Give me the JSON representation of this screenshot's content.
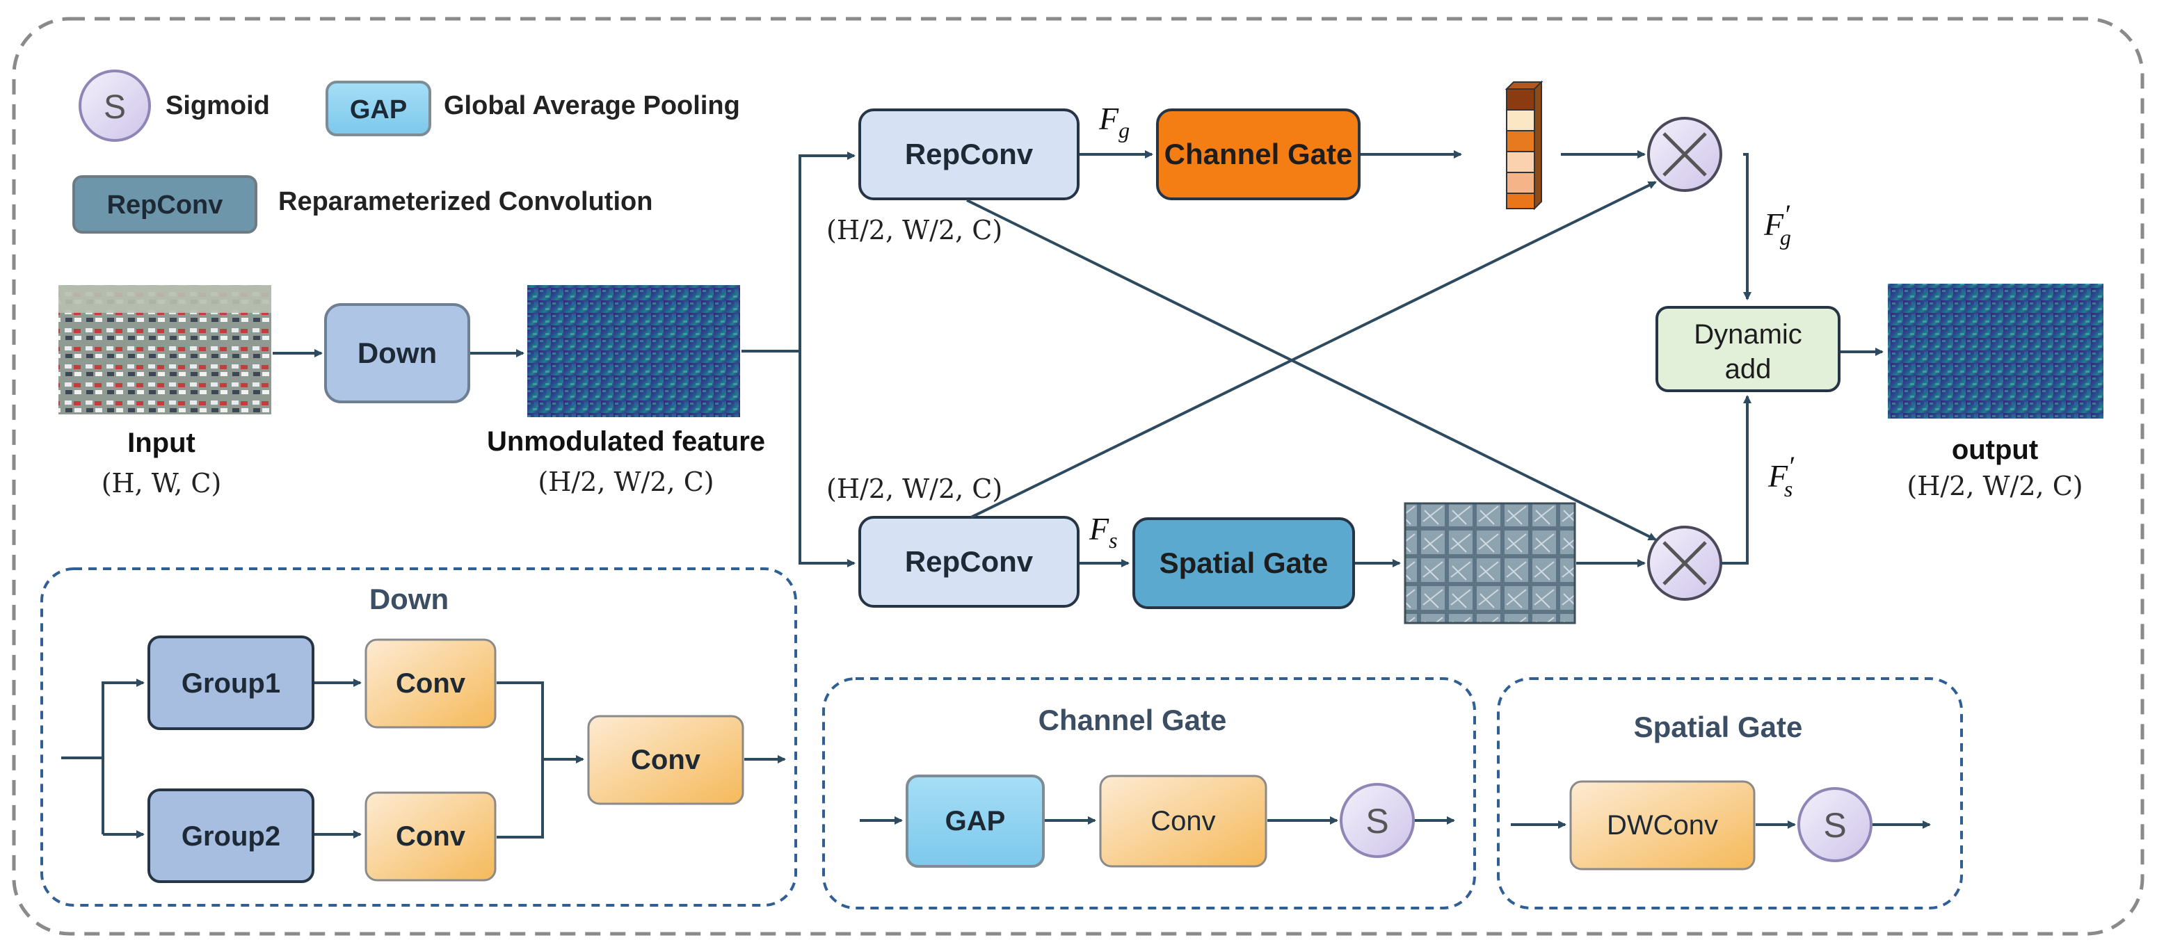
{
  "legend": {
    "sigmoid_symbol": "S",
    "sigmoid_label": "Sigmoid",
    "gap_box": "GAP",
    "gap_label": "Global Average Pooling",
    "repconv_box": "RepConv",
    "repconv_label": "Reparameterized Convolution"
  },
  "main": {
    "down": "Down",
    "input_label": "Input",
    "input_dims": "(H, W, C)",
    "unmod_label": "Unmodulated feature",
    "unmod_dims": "(H/2, W/2, C)",
    "repconv_top": "RepConv",
    "repconv_top_dims": "(H/2, W/2, C)",
    "fg": "F",
    "fg_sub": "g",
    "channel_gate": "Channel Gate",
    "fg_prime": "F",
    "fg_prime_sub": "g",
    "prime": "′",
    "dynamic_add_1": "Dynamic",
    "dynamic_add_2": "add",
    "output_label": "output",
    "output_dims": "(H/2, W/2, C)",
    "repconv_bottom": "RepConv",
    "repconv_bottom_dims": "(H/2, W/2, C)",
    "fs": "F",
    "fs_sub": "s",
    "spatial_gate": "Spatial Gate",
    "fs_prime": "F",
    "fs_prime_sub": "s",
    "multiply": "×"
  },
  "down_panel": {
    "title": "Down",
    "group1": "Group1",
    "group2": "Group2",
    "conv_top": "Conv",
    "conv_bottom": "Conv",
    "conv_out": "Conv"
  },
  "channel_panel": {
    "title": "Channel Gate",
    "gap": "GAP",
    "conv": "Conv",
    "sigmoid": "S"
  },
  "spatial_panel": {
    "title": "Spatial Gate",
    "dwconv": "DWConv",
    "sigmoid": "S"
  },
  "colors": {
    "frame_dash": "#8a8a8a",
    "panel_dash": "#2f5f94",
    "arrow": "#2e4a5f",
    "repconv_fill": "#d6e2f3",
    "down_fill": "#aec5e6",
    "group_fill": "#a7bee0",
    "conv_fill": "#fbd9a8",
    "gap_fill": "#8fd3f1",
    "channel_gate_fill": "#f47e14",
    "spatial_gate_fill": "#5ba9cf",
    "dynamic_fill": "#e2f0d9",
    "sigmoid_fill": "#e6e0f4",
    "panel_title": "#3c4e63"
  }
}
